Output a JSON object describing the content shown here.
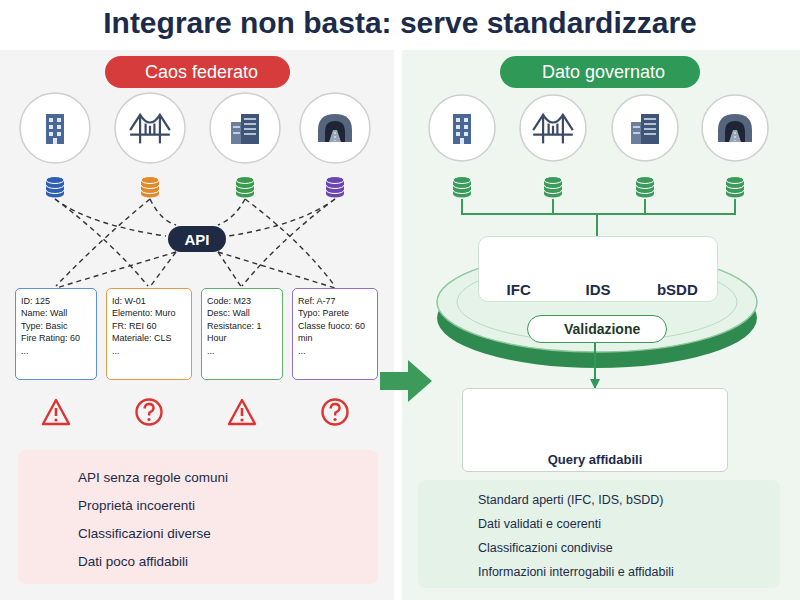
{
  "diagram": {
    "title": "Integrare non basta: serve standardizzare",
    "nodes": [
      {
        "text": [
          "Caos federato"
        ]
      },
      {
        "text": [
          "API"
        ]
      },
      {
        "text": [
          "ID: 125",
          "Name: Wall",
          "Type: Basic",
          "Fire Rating: 60",
          "..."
        ]
      },
      {
        "text": [
          "Id: W-01",
          "Elemento: Muro",
          "FR: REI 60",
          "Materiale: CLS",
          "..."
        ]
      },
      {
        "text": [
          "Code: M23",
          "Desc: Wall",
          "Resistance: 1 Hour",
          "..."
        ]
      },
      {
        "text": [
          "Ref: A-77",
          "Typo: Parete",
          "Classe fuoco: 60 min",
          "..."
        ]
      },
      {
        "text": [
          "API senza regole comuni",
          "Proprietà incoerenti",
          "Classificazioni diverse",
          "Dati poco affidabili"
        ]
      },
      {
        "text": [
          "Dato governato"
        ]
      },
      {
        "text": [
          "IFC",
          "IDS",
          "bSDD"
        ]
      },
      {
        "text": [
          "Validazione"
        ]
      },
      {
        "text": [
          "Query affidabili"
        ]
      },
      {
        "text": [
          "Standard aperti (IFC, IDS, bSDD)",
          "Dati validati e coerenti",
          "Classificazioni condivise",
          "Informazioni interrogabili e affidabili"
        ]
      }
    ],
    "edges": [
      {
        "from": 1,
        "to": 2,
        "arrow": "none"
      },
      {
        "from": 1,
        "to": 3,
        "arrow": "none"
      },
      {
        "from": 1,
        "to": 4,
        "arrow": "none"
      },
      {
        "from": 1,
        "to": 5,
        "arrow": "none"
      },
      {
        "from": 9,
        "to": 10,
        "arrow": "to"
      }
    ]
  }
}
